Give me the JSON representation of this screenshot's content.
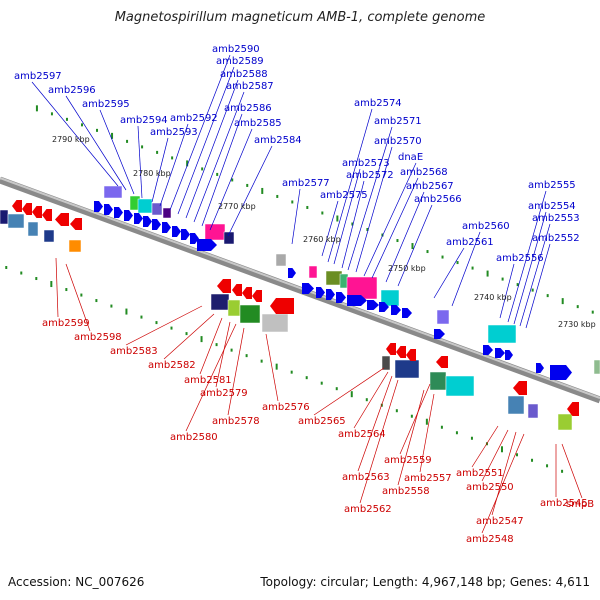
{
  "title": "Magnetospirillum magneticum AMB-1, complete genome",
  "footer": {
    "accession": "Accession: NC_007626",
    "topology": "Topology: circular; Length: 4,967,148 bp; Genes: 4,611"
  },
  "scale_labels": [
    "2790 kbp",
    "2780 kbp",
    "2770 kbp",
    "2760 kbp",
    "2750 kbp",
    "2740 kbp",
    "2730 kbp"
  ],
  "forward_gene_labels": [
    "amb2597",
    "amb2596",
    "amb2595",
    "amb2594",
    "amb2593",
    "amb2592",
    "amb2590",
    "amb2589",
    "amb2588",
    "amb2587",
    "amb2586",
    "amb2585",
    "amb2584",
    "amb2577",
    "amb2575",
    "amb2574",
    "amb2573",
    "amb2572",
    "amb2571",
    "amb2570",
    "dnaE",
    "amb2568",
    "amb2567",
    "amb2566",
    "amb2561",
    "amb2560",
    "amb2556",
    "amb2555",
    "amb2554",
    "amb2553",
    "amb2552"
  ],
  "reverse_gene_labels": [
    "amb2599",
    "amb2598",
    "amb2583",
    "amb2582",
    "amb2581",
    "amb2579",
    "amb2578",
    "amb2580",
    "amb2576",
    "amb2565",
    "amb2564",
    "amb2563",
    "amb2562",
    "amb2559",
    "amb2558",
    "amb2557",
    "amb2551",
    "amb2550",
    "amb2547",
    "amb2548",
    "amb2545",
    "smpB"
  ],
  "colors": {
    "forward_label": "#0000cc",
    "reverse_label": "#cc0000",
    "forward_gene": "#0000ee",
    "reverse_gene": "#ee0000",
    "backbone": "#8a8a8a",
    "tick": "#228b22"
  }
}
